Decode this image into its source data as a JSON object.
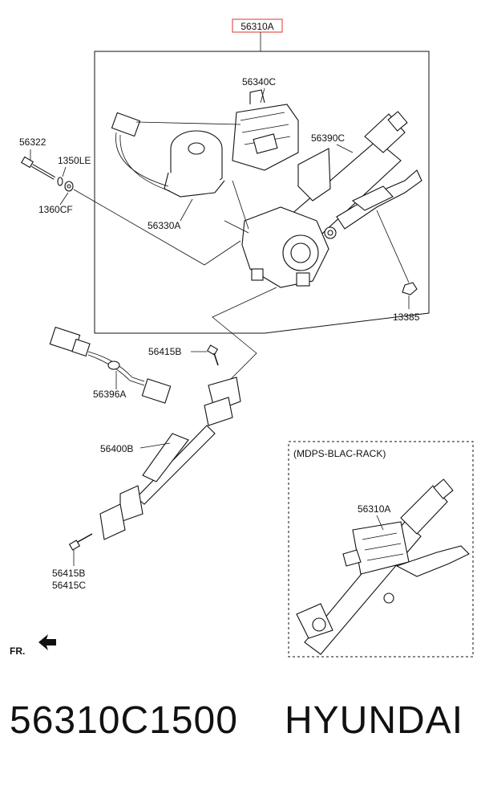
{
  "diagram": {
    "top_callout": "56310A",
    "top_callout_color": "#e0332c",
    "labels": {
      "p56340C": "56340C",
      "p56390C": "56390C",
      "p56322": "56322",
      "p1350LE": "1350LE",
      "p1360CF": "1360CF",
      "p56330A": "56330A",
      "p13385": "13385",
      "p56415B_top": "56415B",
      "p56396A": "56396A",
      "p56400B": "56400B",
      "p56415B_bot": "56415B",
      "p56415C": "56415C",
      "inset_title": "(MDPS-BLAC-RACK)",
      "inset_part": "56310A",
      "fr": "FR."
    }
  },
  "footer": {
    "part_number": "56310C1500",
    "brand": "HYUNDAI"
  }
}
